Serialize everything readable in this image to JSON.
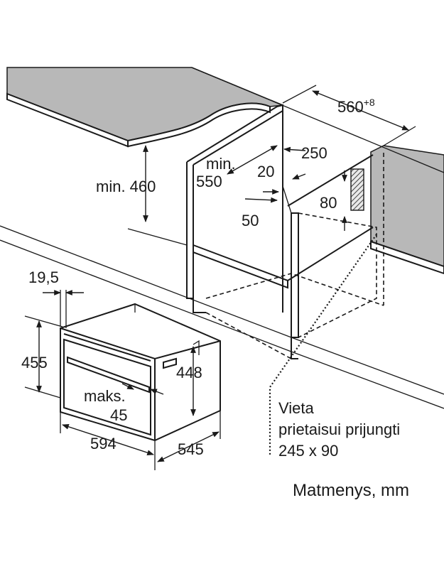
{
  "dimensions": {
    "niche_width": "560",
    "niche_width_tol": "+8",
    "depth_250": "250",
    "min_label": "min.",
    "min_depth": "550",
    "gap_20": "20",
    "min_height": "min. 460",
    "vent_80": "80",
    "gap_50": "50",
    "panel_19_5": "19,5",
    "oven_height": "455",
    "door_height": "448",
    "max_label": "maks.",
    "max_45": "45",
    "oven_width": "594",
    "oven_depth": "545"
  },
  "note": {
    "line1": "Vieta",
    "line2": "prietaisui prijungti",
    "line3": "245 x 90"
  },
  "units_caption": "Matmenys, mm"
}
